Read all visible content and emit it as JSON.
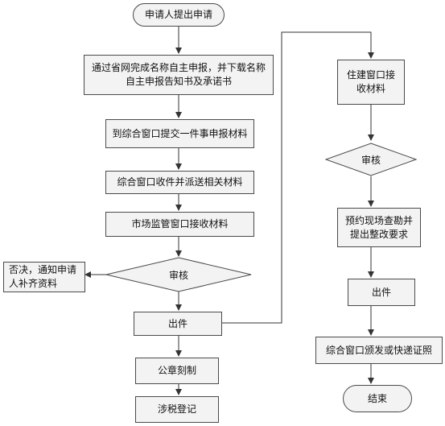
{
  "nodes": {
    "start": "申请人提出申请",
    "online_declare": "通过省网完成名称自主申报，并下载名称自主申报告知书及承诺书",
    "submit_materials": "到综合窗口提交一件事申报材料",
    "receive_dispatch": "综合窗口收件并派送相关材料",
    "market_receive": "市场监管窗口接收材料",
    "review_left": "审核",
    "reject_notice": "否决，通知申请人补齐资料",
    "issue_left": "出件",
    "seal_carving": "公章刻制",
    "tax_registration": "涉税登记",
    "housing_receive": "住建窗口接收材料",
    "review_right": "审核",
    "onsite_inspection": "预约现场查勘并提出整改要求",
    "issue_right": "出件",
    "delivery": "综合窗口颁发或快递证照",
    "end": "结束"
  }
}
